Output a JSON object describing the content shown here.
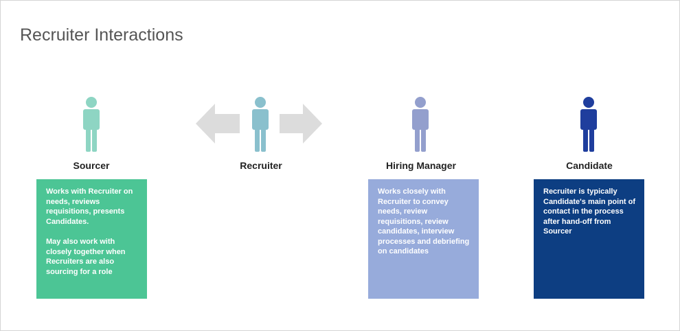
{
  "title": "Recruiter Interactions",
  "colors": {
    "sourcer": "#8ed5c3",
    "recruiter": "#8ac0cd",
    "hiring_manager": "#939fcd",
    "candidate": "#1f3e9d",
    "arrow": "#dcdcdc",
    "sourcer_box": "#4cc595",
    "hiring_manager_box": "#97abdb",
    "candidate_box": "#0d3e82"
  },
  "roles": {
    "sourcer": {
      "label": "Sourcer",
      "icon": "person-icon",
      "description": [
        "Works with Recruiter on needs, reviews requisitions, presents Candidates.",
        "May also work with closely together when Recruiters are also sourcing for a role"
      ]
    },
    "recruiter": {
      "label": "Recruiter",
      "icon": "person-icon"
    },
    "hiring_manager": {
      "label": "Hiring Manager",
      "icon": "person-icon",
      "description": [
        "Works closely with Recruiter to convey needs, review requisitions, review candidates, interview processes and debriefing on candidates"
      ]
    },
    "candidate": {
      "label": "Candidate",
      "icon": "person-icon",
      "description": [
        "Recruiter is typically Candidate's main point of contact in the process after hand-off from Sourcer"
      ]
    }
  },
  "arrows": [
    "arrow-left-icon",
    "arrow-right-icon"
  ]
}
